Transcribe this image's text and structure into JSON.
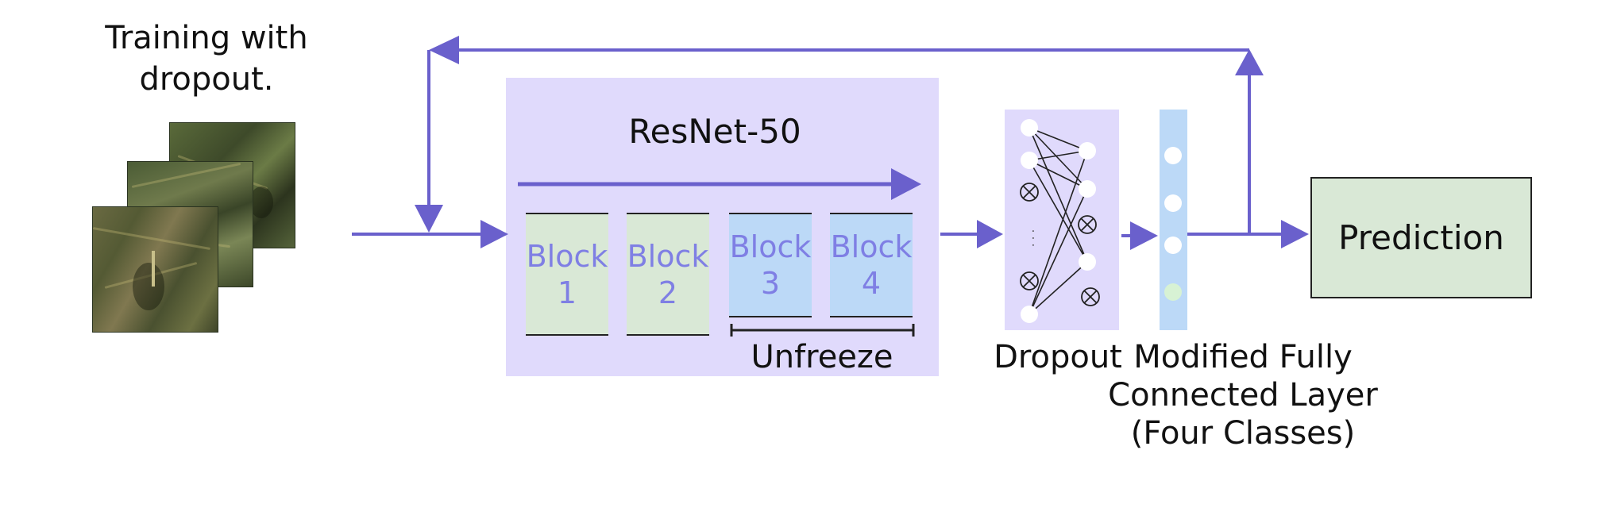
{
  "diagram": {
    "input_caption_line1": "Training with",
    "input_caption_line2": "dropout.",
    "resnet_title": "ResNet-50",
    "blocks": [
      {
        "word": "Block",
        "num": "1",
        "state": "frozen"
      },
      {
        "word": "Block",
        "num": "2",
        "state": "frozen"
      },
      {
        "word": "Block",
        "num": "3",
        "state": "unfrozen"
      },
      {
        "word": "Block",
        "num": "4",
        "state": "unfrozen"
      }
    ],
    "unfreeze_label": "Unfreeze",
    "dropout_label": "Dropout",
    "fc_label_line1": "Modified Fully",
    "fc_label_line2": "Connected Layer",
    "fc_label_line3": "(Four Classes)",
    "prediction_label": "Prediction",
    "ellipsis": "· · ·"
  },
  "colors": {
    "arrow": "#6a60cc",
    "resnet_bg": "#e0dafc",
    "frozen_block": "#d9e8d6",
    "unfrozen_block": "#bcd9f7",
    "block_text": "#7f7fe4",
    "fc_bg": "#bcd9f7",
    "prediction_bg": "#d9e8d6",
    "highlight_neuron": "#d7f2d4"
  },
  "icons": [
    "input-image-stack-icon",
    "neuron-icon",
    "dropped-neuron-icon",
    "arrow-icon"
  ]
}
